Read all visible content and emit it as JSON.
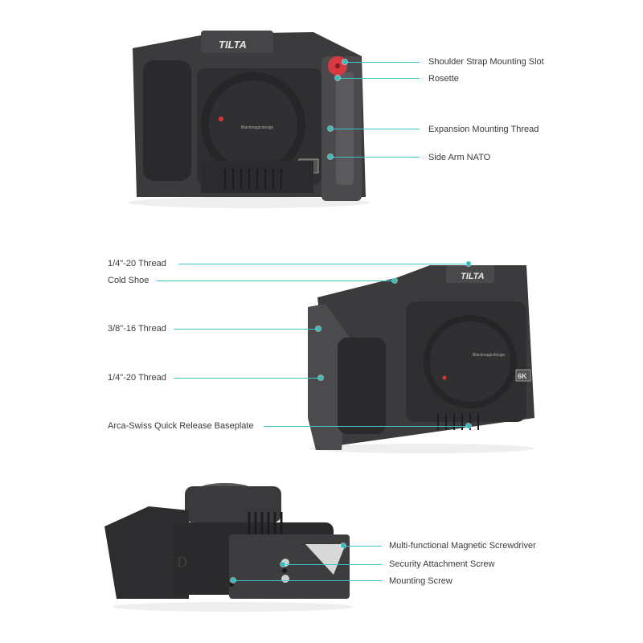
{
  "brand": "TILTA",
  "camera_brand": "Blackmagicdesign",
  "resolution_badge": "6K",
  "accent_color": "#3cc7c7",
  "panels": [
    {
      "view": "front-three-quarter-right",
      "callouts": [
        {
          "label": "Shoulder Strap Mounting Slot"
        },
        {
          "label": "Rosette"
        },
        {
          "label": "Expansion Mounting Thread"
        },
        {
          "label": "Side Arm NATO"
        }
      ]
    },
    {
      "view": "front-three-quarter-left",
      "callouts": [
        {
          "label": "1/4\"-20 Thread"
        },
        {
          "label": "Cold Shoe"
        },
        {
          "label": "3/8\"-16 Thread"
        },
        {
          "label": "1/4\"-20 Thread"
        },
        {
          "label": "Arca-Swiss Quick Release Baseplate"
        }
      ]
    },
    {
      "view": "bottom",
      "callouts": [
        {
          "label": "Multi-functional Magnetic Screwdriver"
        },
        {
          "label": "Security Attachment Screw"
        },
        {
          "label": "Mounting Screw"
        }
      ]
    }
  ]
}
